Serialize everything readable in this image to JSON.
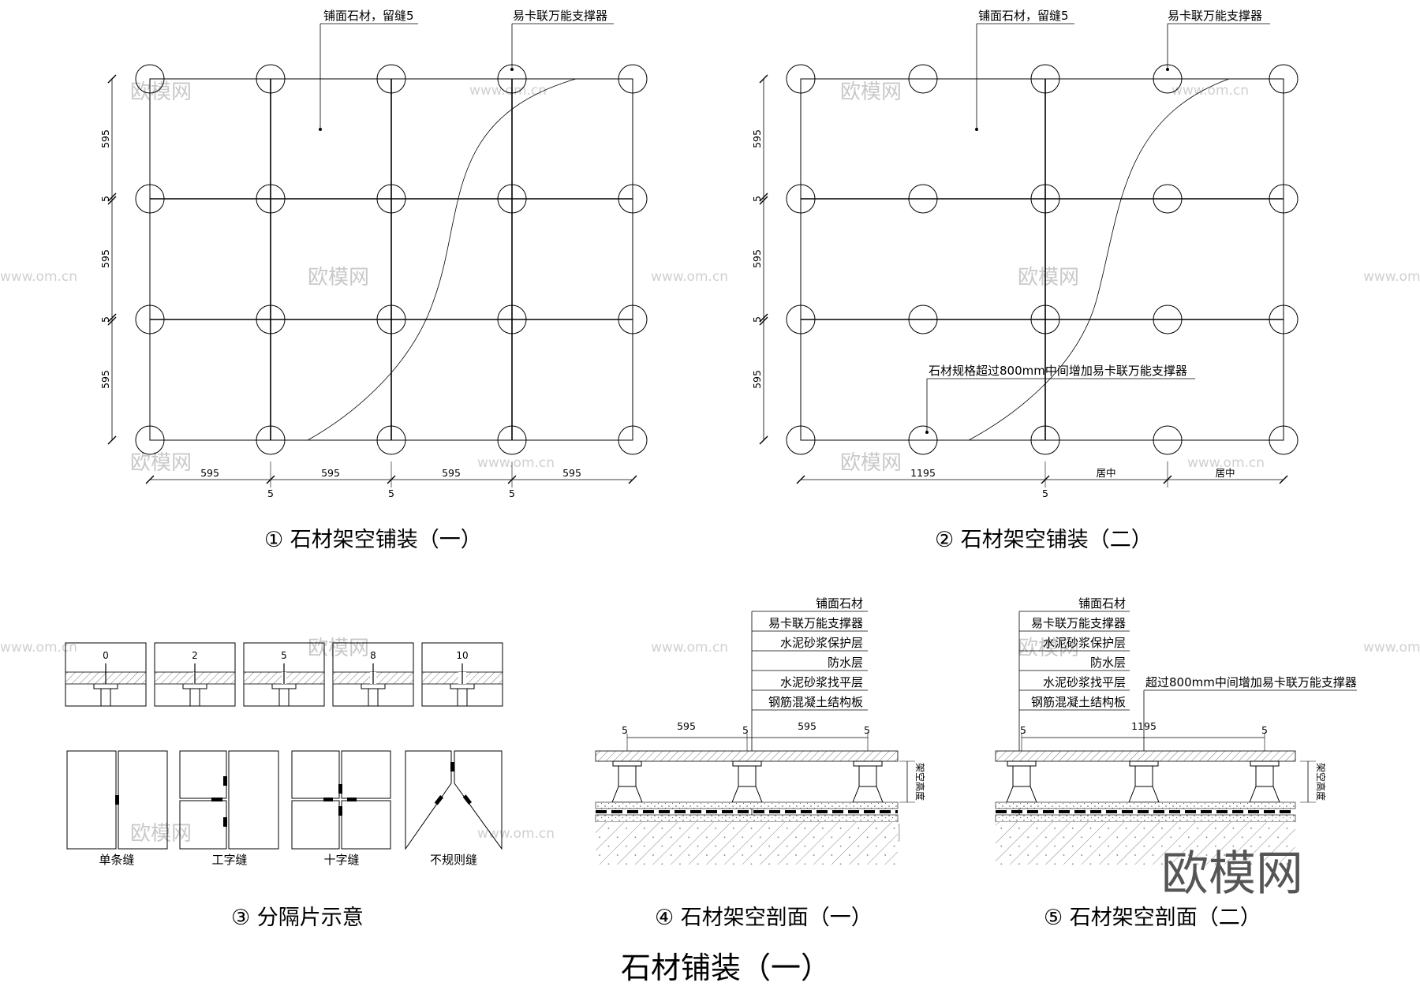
{
  "page": {
    "main_title": "石材铺装（一）",
    "logo_text": "欧模网",
    "watermark_text": "欧模网",
    "watermark_url": "www.om.cn"
  },
  "plan1": {
    "title": "① 石材架空铺装（一）",
    "callout_stone": "铺面石材，留缝5",
    "callout_support": "易卡联万能支撑器",
    "dims_v": [
      "595",
      "5",
      "595",
      "5",
      "595"
    ],
    "dims_h_top": [
      "595",
      "595",
      "595",
      "595"
    ],
    "dims_h_bottom": [
      "5",
      "5",
      "5"
    ]
  },
  "plan2": {
    "title": "② 石材架空铺装（二）",
    "callout_stone": "铺面石材，留缝5",
    "callout_support": "易卡联万能支撑器",
    "callout_extra": "石材规格超过800mm中间增加易卡联万能支撑器",
    "dims_v": [
      "595",
      "5",
      "595",
      "5",
      "595"
    ],
    "dims_h_top": [
      "1195",
      "居中",
      "居中"
    ],
    "dims_h_bottom": [
      "5"
    ]
  },
  "spacer": {
    "title": "③ 分隔片示意",
    "gap_values": [
      "0",
      "2",
      "5",
      "8",
      "10"
    ],
    "joint_types": [
      "单条缝",
      "工字缝",
      "十字缝",
      "不规则缝"
    ]
  },
  "section1": {
    "title": "④ 石材架空剖面（一）",
    "layers": [
      "铺面石材",
      "易卡联万能支撑器",
      "水泥砂浆保护层",
      "防水层",
      "水泥砂浆找平层",
      "钢筋混凝土结构板"
    ],
    "dims_top": [
      "5",
      "595",
      "5",
      "595",
      "5"
    ],
    "height_label": "架空高度"
  },
  "section2": {
    "title": "⑤ 石材架空剖面（二）",
    "layers": [
      "铺面石材",
      "易卡联万能支撑器",
      "水泥砂浆保护层",
      "防水层",
      "水泥砂浆找平层",
      "钢筋混凝土结构板"
    ],
    "extra_note": "超过800mm中间增加易卡联万能支撑器",
    "dims_top": [
      "5",
      "1195",
      "5"
    ],
    "height_label": "架空高度"
  }
}
